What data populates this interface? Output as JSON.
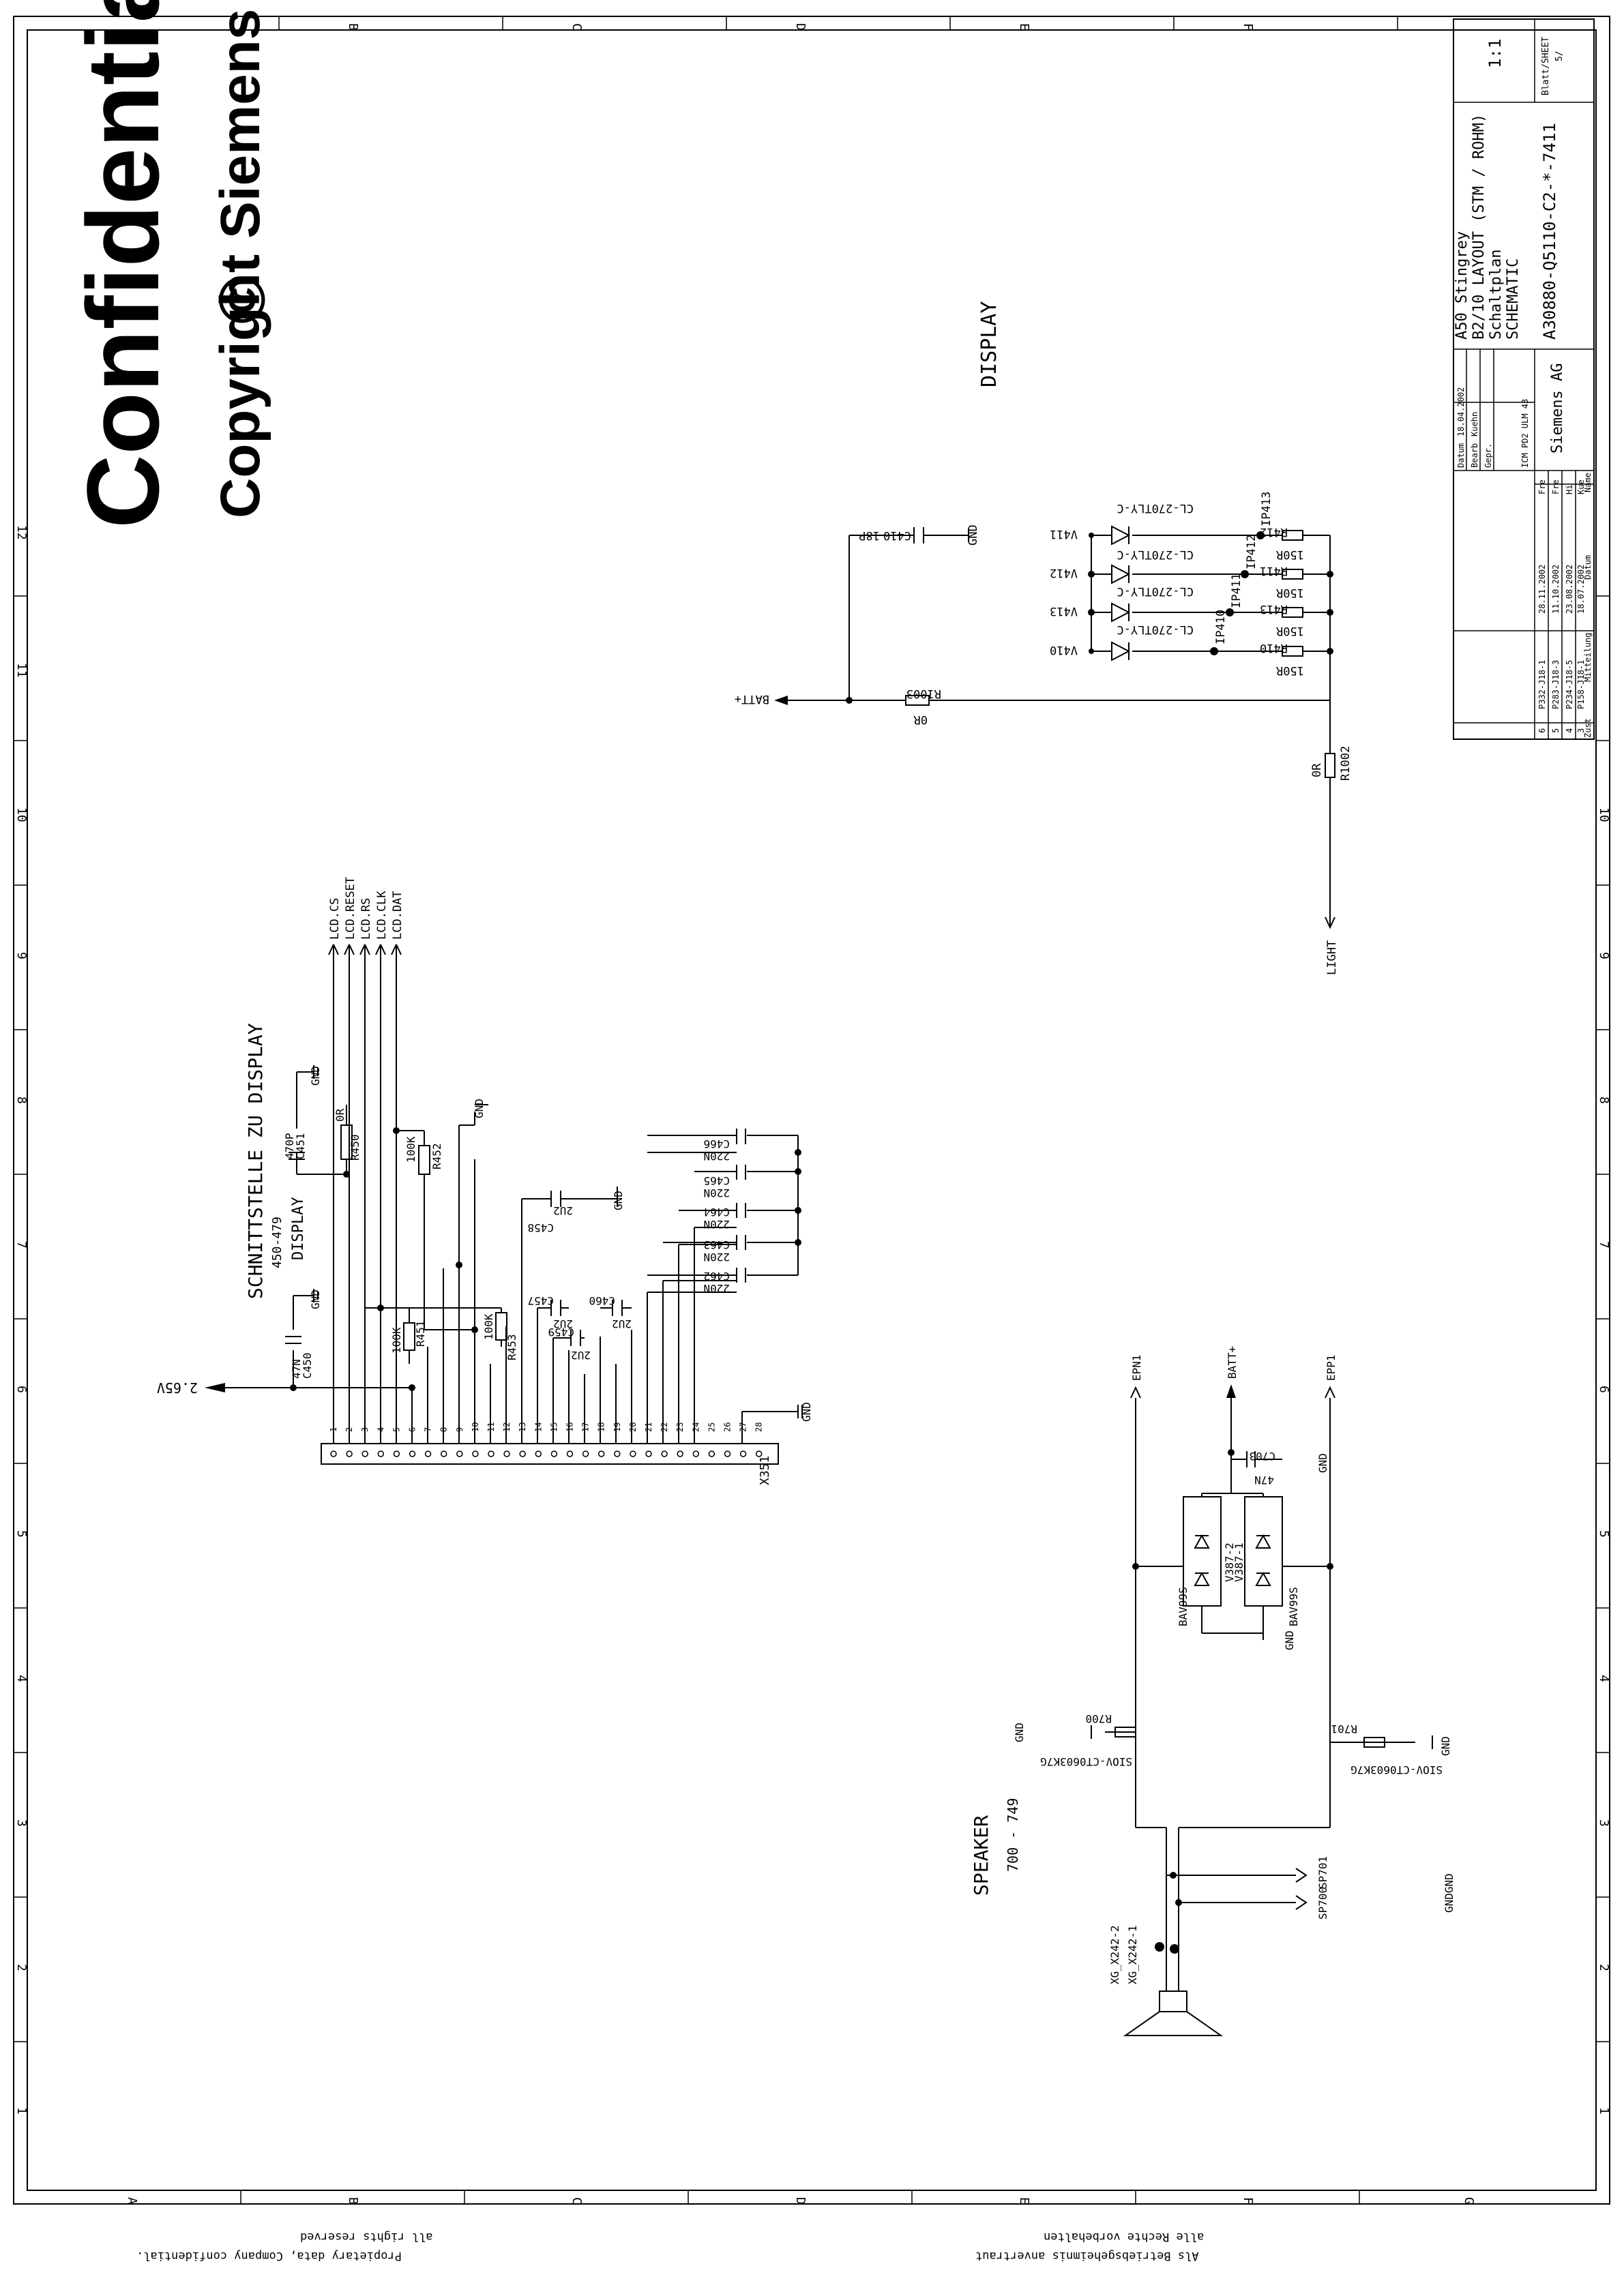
{
  "watermark": {
    "title": "Confidential",
    "copyright_word": "Copyright",
    "copyright_symbol": "©",
    "company": "Siemens AG"
  },
  "frame": {
    "columns": [
      "A",
      "B",
      "C",
      "D",
      "E",
      "F",
      "G"
    ],
    "rows": [
      "1",
      "2",
      "3",
      "4",
      "5",
      "6",
      "7",
      "8",
      "9",
      "10",
      "11",
      "12"
    ]
  },
  "disclaimers": {
    "left_line1": "Propietary data, Company confidential.",
    "left_line2": "all rights reserved",
    "right_line1": "Als Betriebsgeheimnis anvertraut",
    "right_line2": "alle Rechte vorbehalten"
  },
  "sections": {
    "display_title": "DISPLAY",
    "interface_title": "SCHNITTSTELLE ZU DISPLAY",
    "interface_range": "450-479",
    "interface_sub": "DISPLAY",
    "speaker_title": "SPEAKER",
    "speaker_range": "700 - 749"
  },
  "connector": {
    "ref": "X351",
    "pins": [
      "1",
      "2",
      "3",
      "4",
      "5",
      "6",
      "7",
      "8",
      "9",
      "10",
      "11",
      "12",
      "13",
      "14",
      "15",
      "16",
      "17",
      "18",
      "19",
      "20",
      "21",
      "22",
      "23",
      "24",
      "25",
      "26",
      "27",
      "28"
    ]
  },
  "lcd_signals": [
    "LCD.CS",
    "LCD.RESET",
    "LCD.RS",
    "LCD.CLK",
    "LCD.DAT"
  ],
  "components": {
    "c450": {
      "ref": "C450",
      "value": "47N"
    },
    "c451": {
      "ref": "C451",
      "value": "470P"
    },
    "r450": {
      "ref": "R450",
      "value": "0R"
    },
    "r451": {
      "ref": "R451",
      "value": "100K"
    },
    "r452": {
      "ref": "R452",
      "value": "100K"
    },
    "r453": {
      "ref": "R453",
      "value": "100K"
    },
    "c457": {
      "ref": "C457",
      "value": "2U2"
    },
    "c458": {
      "ref": "C458",
      "value": "2U2"
    },
    "c459": {
      "ref": "C459",
      "value": "2U2"
    },
    "c460": {
      "ref": "C460",
      "value": "2U2"
    },
    "c462": {
      "ref": "C462",
      "value": "220N"
    },
    "c463": {
      "ref": "C463",
      "value": "220N"
    },
    "c464": {
      "ref": "C464",
      "value": "220N"
    },
    "c465": {
      "ref": "C465",
      "value": "220N"
    },
    "c466": {
      "ref": "C466",
      "value": "220N"
    },
    "c410": {
      "ref": "C410",
      "value": "18P"
    },
    "r1003": {
      "ref": "R1003",
      "value": "0R"
    },
    "r1002": {
      "ref": "R1002",
      "value": "0R"
    },
    "r410": {
      "ref": "R410",
      "value": "150R"
    },
    "r411": {
      "ref": "R411",
      "value": "150R"
    },
    "r412": {
      "ref": "R412",
      "value": "150R"
    },
    "r413": {
      "ref": "R413",
      "value": "150R"
    },
    "v410": {
      "ref": "V410",
      "type": "CL-270TLY-C"
    },
    "v411": {
      "ref": "V411",
      "type": "CL-270TLY-C"
    },
    "v412": {
      "ref": "V412",
      "type": "CL-270TLY-C"
    },
    "v413": {
      "ref": "V413",
      "type": "CL-270TLY-C"
    },
    "ip410": "IP410",
    "ip411": "IP411",
    "ip412": "IP412",
    "ip413": "IP413",
    "r700": {
      "ref": "R700",
      "value": "SIOV-CT0603K7G"
    },
    "r701": {
      "ref": "R701",
      "value": "SIOV-CT0603K7G"
    },
    "v387_1": {
      "ref": "V387-1",
      "type": "BAV99S"
    },
    "v387_2": {
      "ref": "V387-2",
      "type": "BAV99S"
    },
    "c703": {
      "ref": "C703",
      "value": "47N"
    },
    "sp700": "SP700",
    "sp701": "SP701",
    "xg1": "XG_X242-1",
    "xg2": "XG_X242-2"
  },
  "nets": {
    "v265": "2.65V",
    "gnd": "GND",
    "batt": "BATT+",
    "light": "LIGHT",
    "epn1": "EPN1",
    "epp1": "EPP1",
    "gndgnd": "GNDGND"
  },
  "title_block": {
    "project": "A50 Stingrey",
    "layout": "B2/10 LAYOUT (STM / ROHM)",
    "plan_de": "Schaltplan",
    "plan_en": "SCHEMATIC",
    "doc_number": "A30880-Q5110-C2-*-7411",
    "scale": "1:1",
    "sheet_label": "Blatt/SHEET",
    "sheet_number": "5/",
    "company": "Siemens AG",
    "datum_label": "Datum",
    "datum_value": "18.04.2002",
    "bearb_label": "Bearb",
    "bearb_value": "Kuehn",
    "gepr_label": "Gepr.",
    "dept": "ICM PD2 ULM 43",
    "revisions": [
      {
        "zust": "6",
        "text": "P332-J18-1",
        "date": "28.11.2002",
        "name": "Fre"
      },
      {
        "zust": "5",
        "text": "P283-J18-3",
        "date": "11.10.2002",
        "name": "Fre"
      },
      {
        "zust": "4",
        "text": "P234-J18-5",
        "date": "23.08.2002",
        "name": "Hi"
      },
      {
        "zust": "3",
        "text": "P158-J18-1",
        "date": "18.07.2002",
        "name": "Kue"
      }
    ],
    "col_zust": "Zust",
    "col_mitteilung": "Mitteilung",
    "col_datum": "Datum",
    "col_name": "Name"
  }
}
